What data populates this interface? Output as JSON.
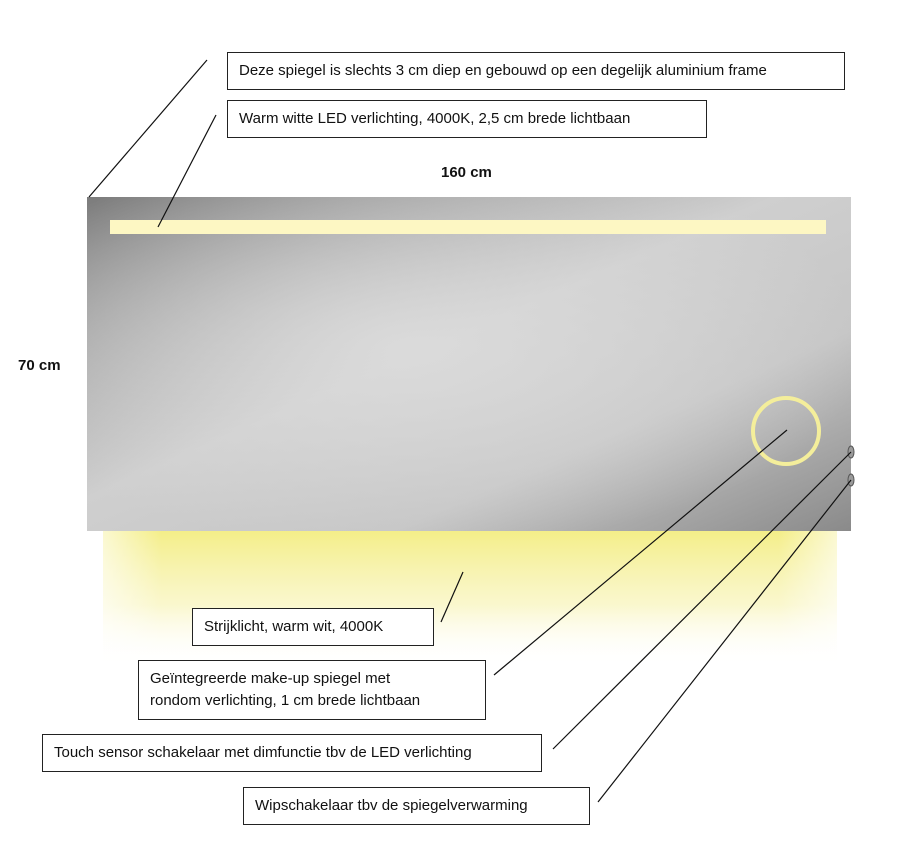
{
  "dimensions": {
    "width_label": "160 cm",
    "height_label": "70 cm"
  },
  "callouts": {
    "frame": "Deze spiegel is slechts 3 cm diep en gebouwd op een degelijk aluminium frame",
    "led": "Warm witte LED verlichting, 4000K, 2,5 cm brede lichtbaan",
    "strijklicht": "Strijklicht, warm wit, 4000K",
    "makeup_line1": "Geïntegreerde make-up spiegel met",
    "makeup_line2": "rondom verlichting, 1 cm brede lichtbaan",
    "touch": "Touch sensor schakelaar met dimfunctie tbv de LED verlichting",
    "wip": "Wipschakelaar tbv de spiegelverwarming"
  },
  "colors": {
    "led_strip": "#fdf7c3",
    "glow": "#f7f29a",
    "ring": "#f4ee9b",
    "frame_outline": "#222222"
  }
}
